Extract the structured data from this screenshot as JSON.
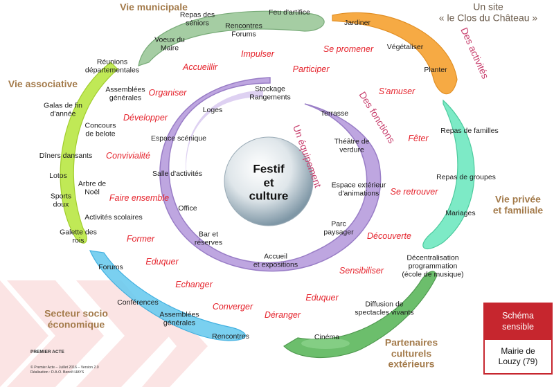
{
  "center": "Festif\net\nculture",
  "zones": {
    "vie_municipale": "Vie municipale",
    "site": "Un site\n« le Clos du Château »",
    "vie_associative": "Vie associative",
    "vie_privee": "Vie privée\net familiale",
    "secteur": "Secteur socio\néconomique",
    "partenaires": "Partenaires\nculturels\nextérieurs"
  },
  "arcs": {
    "activites": "Des activités",
    "fonctions": "Des fonctions",
    "equipement": "Un équipement"
  },
  "green_arm": [
    "Repas des\nséniors",
    "Feu d'artifice",
    "Rencontres\nForums",
    "Voeux du\nMaire"
  ],
  "orange_arm": [
    "Jardiner",
    "Végétaliser",
    "Planter"
  ],
  "lime_arm": [
    "Réunions\ndépartementales",
    "Assemblées\ngénérales",
    "Galas de fin\nd'année",
    "Concours\nde belote",
    "Dîners dansants",
    "Lotos",
    "Arbre de\nNoël",
    "Sports\ndoux",
    "Activités scolaires",
    "Galette des\nrois"
  ],
  "teal_arm": [
    "Repas de familles",
    "Repas de groupes",
    "Mariages"
  ],
  "blue_arm": [
    "Forums",
    "Conférences",
    "Assemblées\ngénérales",
    "Rencontres"
  ],
  "darkgreen_arm": [
    "Décentralisation\nprogrammation\n(école de musique)",
    "Diffusion de\nspectacles vivants",
    "Cinéma"
  ],
  "purple_arm": [
    "Stockage\nRangements",
    "Loges",
    "Terrasse",
    "Espace scénique",
    "Théâtre de\nverdure",
    "Salle d'activités",
    "Espace extérieur\nd'animations",
    "Office",
    "Parc\npaysager",
    "Bar et\nréserves",
    "Accueil\net expositions"
  ],
  "verbs": [
    "Impulser",
    "Se promener",
    "Accueillir",
    "Participer",
    "Organiser",
    "S'amuser",
    "Développer",
    "Fêter",
    "Convivialité",
    "Se retrouver",
    "Faire ensemble",
    "Découverte",
    "Former",
    "Eduquer",
    "Sensibiliser",
    "Echanger",
    "Eduquer",
    "Converger",
    "Déranger"
  ],
  "box": {
    "top": "Schéma\nsensible",
    "bottom": "Mairie de\nLouzy (79)"
  },
  "logo": "PREMIER ACTE",
  "credits": "© Premier Acte – Juillet 2016 – Version 2.0\nRéalisation : D.A.O. Benoît HAYS",
  "colors": {
    "verb": "#e5232c",
    "zone": "#a37a4a",
    "arc": "#c8406e",
    "box": "#c6262e",
    "purple": "#a98cd0",
    "green": "#8cbf8a",
    "orange": "#f6a030",
    "lime": "#b5e03a",
    "teal": "#5fe0b6",
    "blue": "#58c2ea",
    "darkgreen": "#4faa50"
  }
}
